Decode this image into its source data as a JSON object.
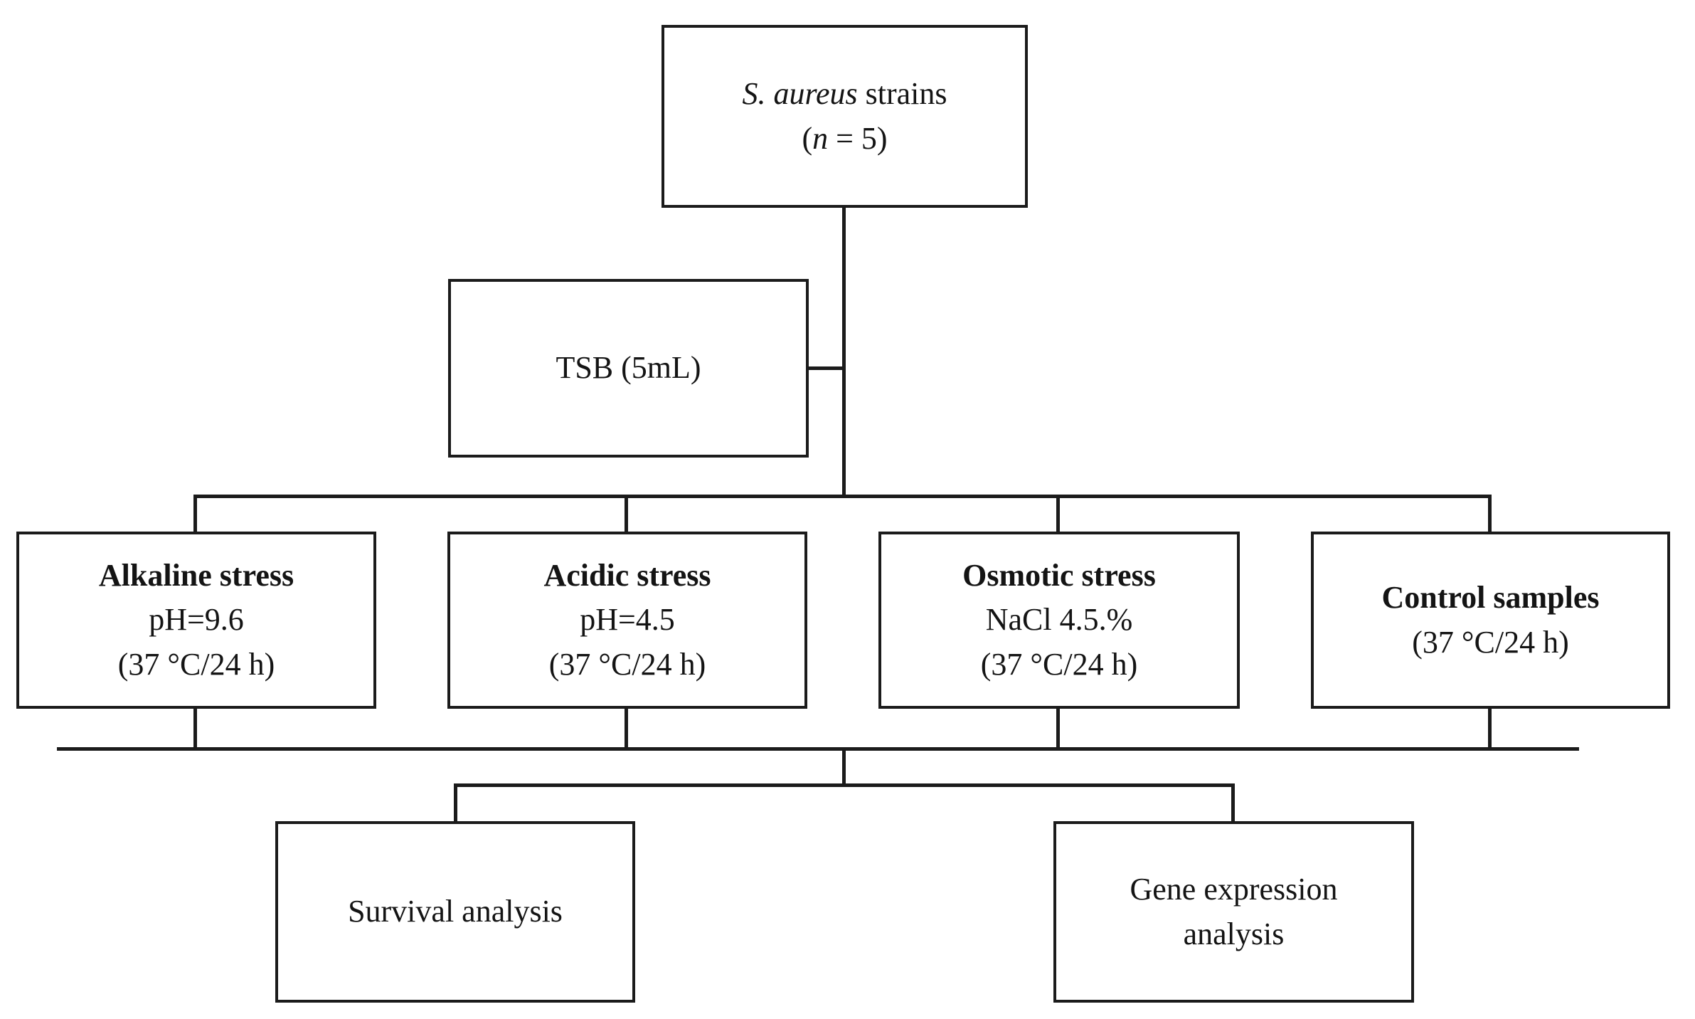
{
  "boxes": {
    "strains": {
      "species": "S. aureus",
      "line1_rest": " strains",
      "line2_open": "(",
      "line2_n": "n",
      "line2_rest": " = 5)"
    },
    "tsb": {
      "label": "TSB (5mL)"
    },
    "alkaline": {
      "title": "Alkaline stress",
      "condition": "pH=9.6",
      "incubation": "(37 °C/24 h)"
    },
    "acidic": {
      "title": "Acidic stress",
      "condition": "pH=4.5",
      "incubation": "(37 °C/24 h)"
    },
    "osmotic": {
      "title": "Osmotic stress",
      "condition": "NaCl 4.5.%",
      "incubation": "(37 °C/24 h)"
    },
    "control": {
      "title": "Control samples",
      "incubation": "(37 °C/24 h)"
    },
    "survival": {
      "label": "Survival analysis"
    },
    "gene": {
      "line1": "Gene expression",
      "line2": "analysis"
    }
  },
  "colors": {
    "line": "#1b1b1b",
    "box_fill": "#ffffff",
    "text": "#141414",
    "background": "#ffffff"
  }
}
